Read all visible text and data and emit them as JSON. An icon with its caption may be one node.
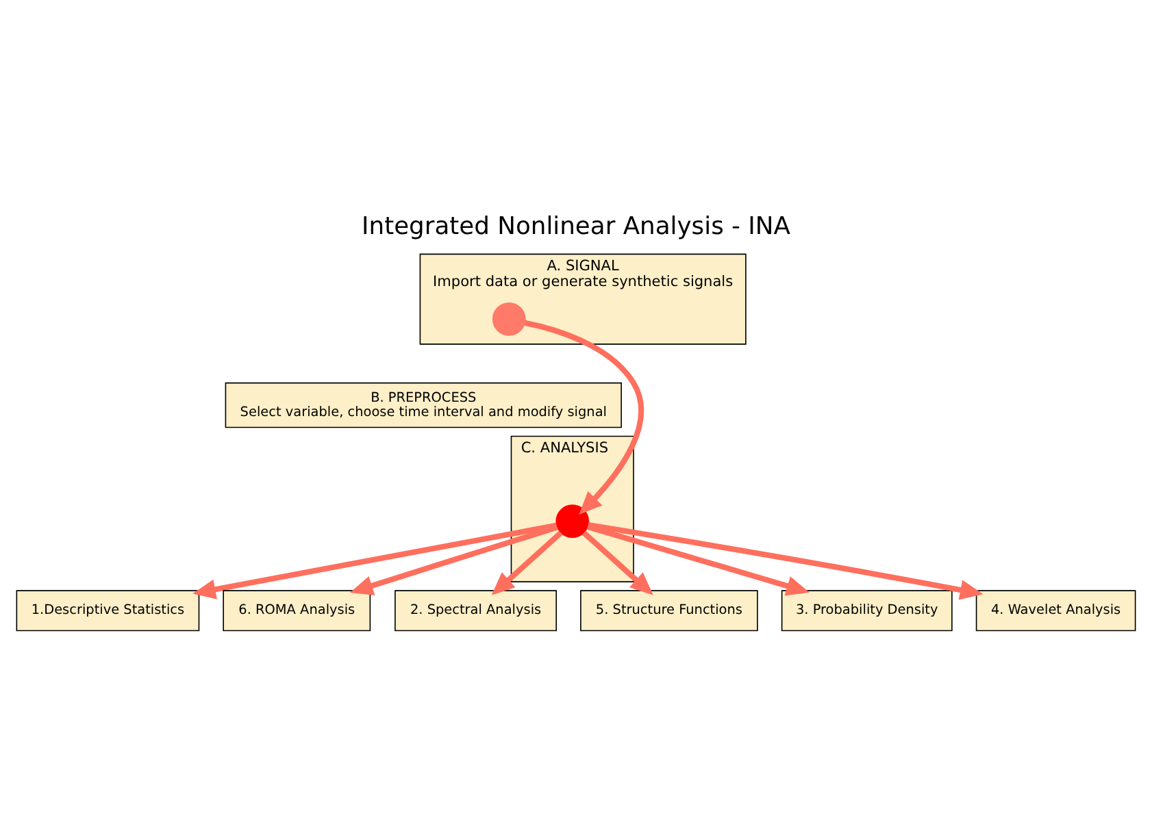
{
  "diagram": {
    "title": "Integrated Nonlinear Analysis - INA",
    "nodes": [
      {
        "text": [
          "A. SIGNAL",
          "Import data or generate synthetic signals"
        ]
      },
      {
        "text": [],
        "shape": "circle",
        "in": 0
      },
      {
        "text": [
          "B. PREPROCESS",
          "Select variable, choose time interval and modify signal"
        ]
      },
      {
        "text": [
          "C. ANALYSIS"
        ]
      },
      {
        "text": [],
        "shape": "circle",
        "in": 3
      },
      {
        "text": [
          "1.Descriptive Statistics"
        ]
      },
      {
        "text": [
          "6. ROMA Analysis"
        ]
      },
      {
        "text": [
          "2. Spectral Analysis"
        ]
      },
      {
        "text": [
          "5. Structure Functions"
        ]
      },
      {
        "text": [
          "3. Probability Density"
        ]
      },
      {
        "text": [
          "4. Wavelet Analysis"
        ]
      }
    ],
    "edges": [
      {
        "from": 1,
        "to": 4,
        "arrow": "to"
      },
      {
        "from": 4,
        "to": 5,
        "arrow": "to"
      },
      {
        "from": 4,
        "to": 7,
        "arrow": "to"
      },
      {
        "from": 4,
        "to": 9,
        "arrow": "to"
      },
      {
        "from": 4,
        "to": 10,
        "arrow": "to"
      },
      {
        "from": 4,
        "to": 8,
        "arrow": "to"
      },
      {
        "from": 4,
        "to": 6,
        "arrow": "to"
      }
    ]
  }
}
